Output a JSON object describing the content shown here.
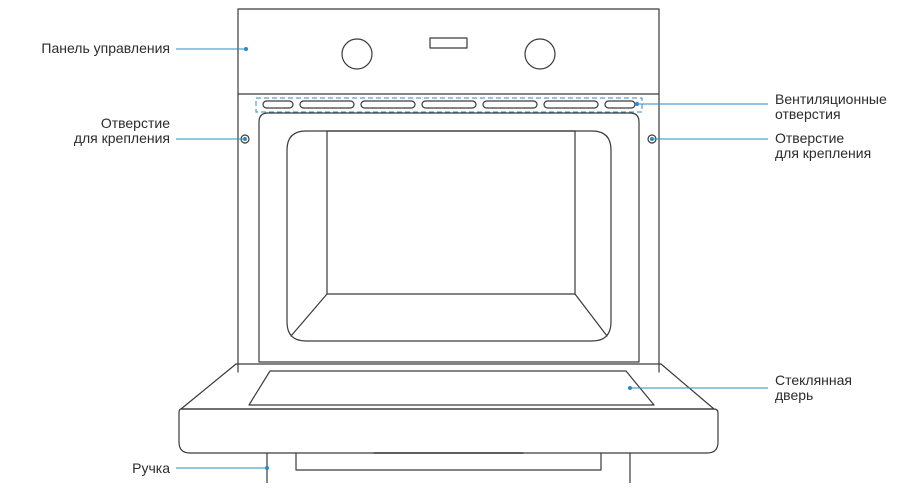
{
  "diagram": {
    "colors": {
      "outline": "#3a3a3a",
      "leader": "#2b8bc0",
      "text": "#2b2b2b",
      "background": "#ffffff"
    },
    "callouts": {
      "control_panel": {
        "line1": "Панель управления"
      },
      "mount_hole_left": {
        "line1": "Отверстие",
        "line2": "для крепления"
      },
      "vents": {
        "line1": "Вентиляционные",
        "line2": "отверстия"
      },
      "mount_hole_right": {
        "line1": "Отверстие",
        "line2": "для крепления"
      },
      "glass_door": {
        "line1": "Стеклянная",
        "line2": "дверь"
      },
      "handle": {
        "line1": "Ручка"
      }
    }
  }
}
